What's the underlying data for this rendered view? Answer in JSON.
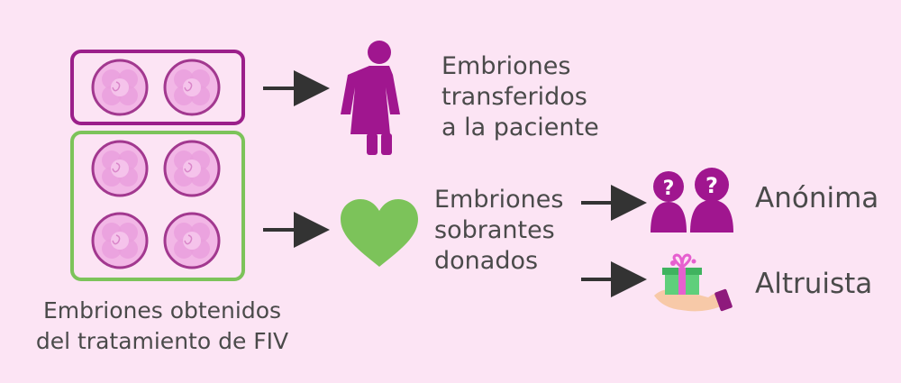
{
  "colors": {
    "background": "#fce4f4",
    "transfer_border": "#9b1f8a",
    "surplus_border": "#7cc35a",
    "embryo": "#f2b7e6",
    "embryo_ring": "#a2388f",
    "person": "#a0168f",
    "heart": "#7cc35a",
    "arrow": "#333333",
    "text": "#4a4a4a"
  },
  "caption": {
    "line1": "Embriones obtenidos",
    "line2": "del tratamiento de FIV"
  },
  "transferred": {
    "line1": "Embriones",
    "line2": "transferidos",
    "line3": "a la paciente"
  },
  "surplus": {
    "line1": "Embriones",
    "line2": "sobrantes",
    "line3": "donados"
  },
  "options": {
    "anonymous": "Anónima",
    "altruistic": "Altruista"
  },
  "icons": {
    "woman": "woman-icon",
    "heart": "heart-icon",
    "couple": "anonymous-couple-icon",
    "gift": "gift-hand-icon"
  },
  "question_mark": "?"
}
